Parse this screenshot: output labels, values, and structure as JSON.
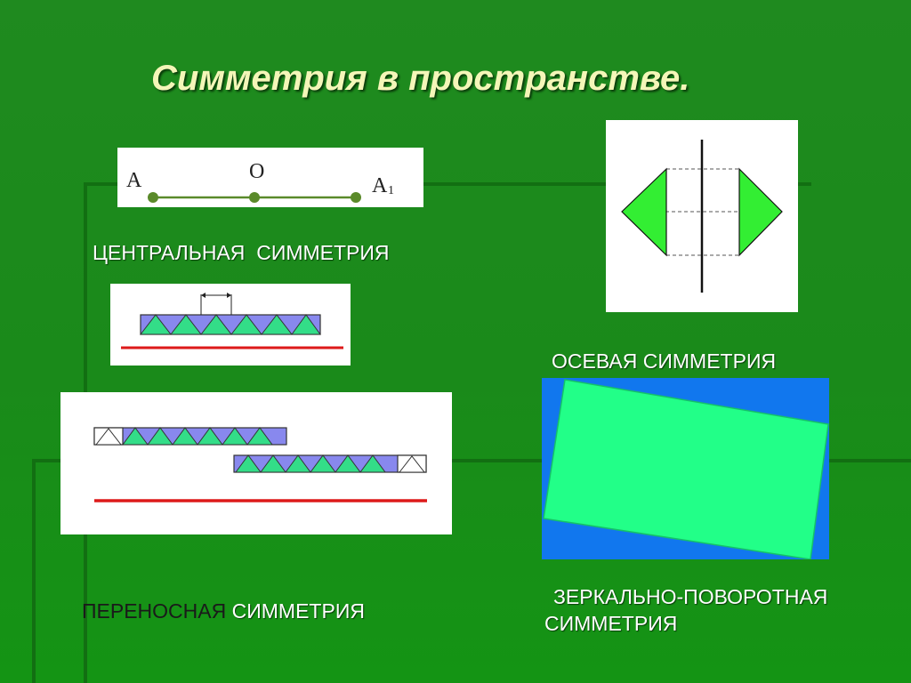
{
  "title": "Симметрия в пространстве.",
  "central": {
    "label_a": "ЦЕНТРАЛЬНАЯ",
    "label_b": "СИММЕТРИЯ",
    "point_a": "A",
    "point_o": "O",
    "point_a1": "A",
    "point_a1_sub": "1"
  },
  "axial": {
    "label": "ОСЕВАЯ СИММЕТРИЯ"
  },
  "translational": {
    "label_a": "ПЕРЕНОСНАЯ",
    "label_b": "СИММЕТРИЯ"
  },
  "rotoreflection": {
    "line1": "ЗЕРКАЛЬНО-ПОВОРОТНАЯ",
    "line2": "СИММЕТРИЯ"
  },
  "colors": {
    "background": "#1a8a1a",
    "title": "#f4f6b8",
    "triangle_green": "#33dd88",
    "triangle_purple": "#8888ee",
    "red_line": "#dd1a1a",
    "blue": "#1177ee",
    "spring_green": "#22ff88"
  }
}
